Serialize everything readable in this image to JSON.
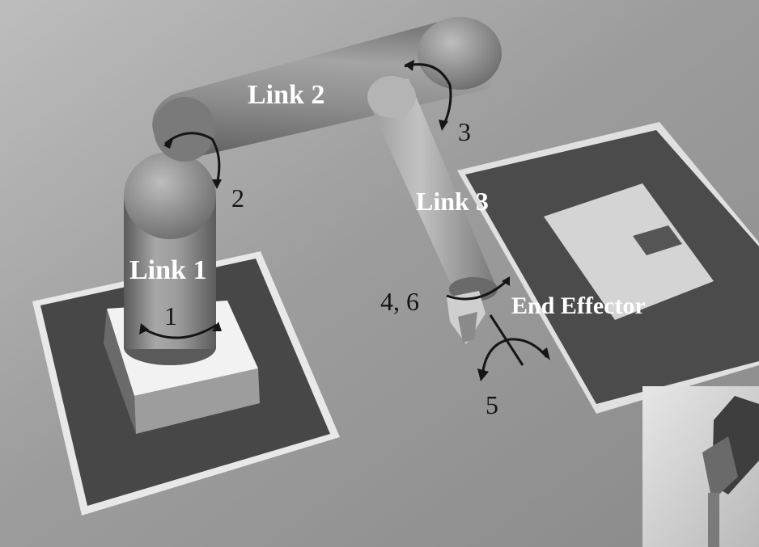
{
  "labels": {
    "link1": "Link 1",
    "link2": "Link 2",
    "link3": "Link 3",
    "end_effector": "End Effector"
  },
  "joints": {
    "j1": "1",
    "j2": "2",
    "j3": "3",
    "j46": "4, 6",
    "j5": "5"
  },
  "colors": {
    "floor": "#9b9b9b",
    "pad_dark": "#4a4a4a",
    "pad_light": "#d2d2d2",
    "arm": "#8c8c8c"
  }
}
